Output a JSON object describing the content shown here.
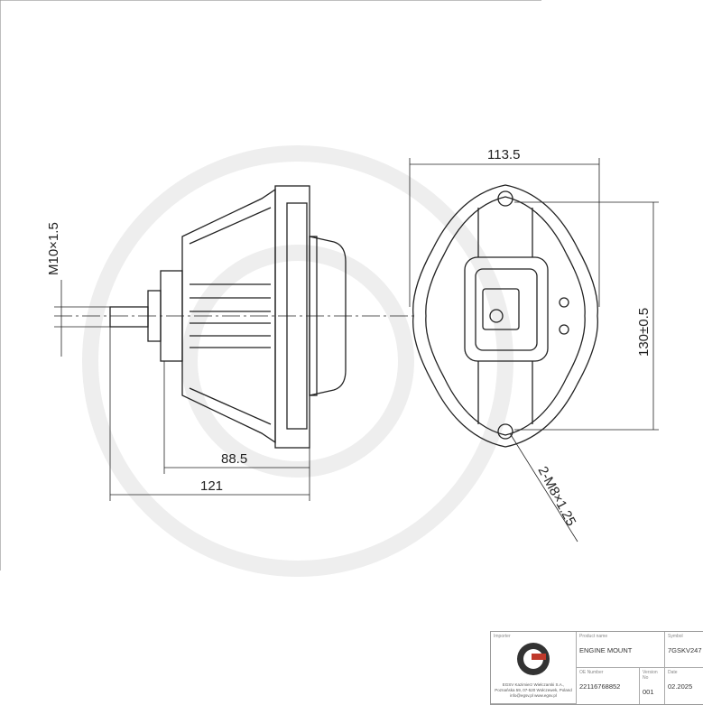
{
  "dimensions": {
    "width_top": "113.5",
    "height_right": "130±0.5",
    "thread_left": "M10×1.5",
    "length_inner": "88.5",
    "length_total": "121",
    "bolt_thread": "2-M8×1.25"
  },
  "title_block": {
    "importer_label": "Importer",
    "importer_address": "EGSV Kazimierz Wielczarski S.A., Poznańska 59, 07-520 Wołczewek, Poland info@egsv.pl www.egsv.pl",
    "product_name_label": "Product name",
    "product_name": "ENGINE MOUNT",
    "symbol_label": "Symbol",
    "symbol": "7GSKV247",
    "oe_number_label": "OE Number",
    "oe_number": "22116768852",
    "version_label": "Version No",
    "version": "001",
    "date_label": "Date",
    "date": "02.2025"
  },
  "colors": {
    "line": "#222222",
    "watermark": "#eeeeee",
    "logo_red": "#c0392b"
  }
}
